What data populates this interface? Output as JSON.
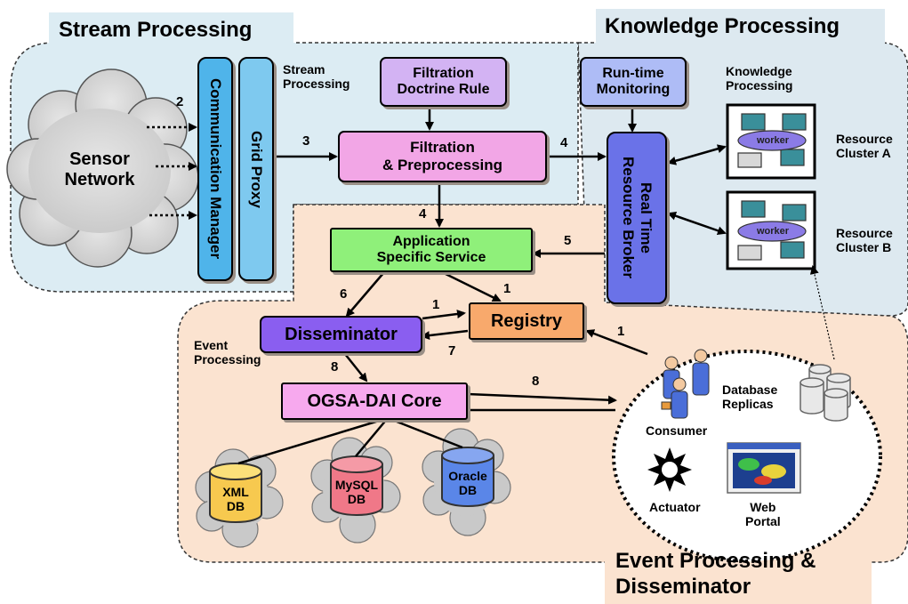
{
  "regions": {
    "stream": "Stream Processing",
    "knowledge": "Knowledge Processing",
    "event_line1": "Event Processing &",
    "event_line2": "Disseminator"
  },
  "labels": {
    "stream_processing": [
      "Stream",
      "Processing"
    ],
    "knowledge_processing": [
      "Knowledge",
      "Processing"
    ],
    "event_processing": [
      "Event",
      "Processing"
    ]
  },
  "boxes": {
    "communication_manager": "Communication Manager",
    "grid_proxy": "Grid Proxy",
    "filtration_doctrine": [
      "Filtration",
      "Doctrine Rule"
    ],
    "filtration_preprocessing": [
      "Filtration",
      "& Preprocessing"
    ],
    "runtime_monitoring": [
      "Run-time",
      "Monitoring"
    ],
    "resource_broker": [
      "Real Time",
      "Resource Broker"
    ],
    "app_service": [
      "Application",
      "Specific Service"
    ],
    "registry": "Registry",
    "disseminator": "Disseminator",
    "ogsa_core": "OGSA-DAI Core"
  },
  "sensor_network": [
    "Sensor",
    "Network"
  ],
  "resources": {
    "worker": "worker",
    "cluster_a": [
      "Resource",
      "Cluster A"
    ],
    "cluster_b": [
      "Resource",
      "Cluster B"
    ]
  },
  "databases": {
    "xml": [
      "XML",
      "DB"
    ],
    "mysql": [
      "MySQL",
      "DB"
    ],
    "oracle": [
      "Oracle",
      "DB"
    ]
  },
  "outputs": {
    "consumer": "Consumer",
    "database_replicas": [
      "Database",
      "Replicas"
    ],
    "actuator": "Actuator",
    "web_portal": [
      "Web",
      "Portal"
    ]
  },
  "edge_numbers": [
    "2",
    "3",
    "4",
    "4",
    "5",
    "6",
    "1",
    "1",
    "7",
    "1",
    "8",
    "8"
  ],
  "colors": {
    "stream_bg": "#dcecf3",
    "event_bg": "#fbe3d0",
    "comm_manager": "#4fb4ea",
    "grid_proxy": "#7ec9ef",
    "filtration_doctrine": "#d3b3f3",
    "filtration_preprocessing": "#f2a6e6",
    "runtime_monitoring": "#aebcf6",
    "resource_broker": "#6a72e8",
    "app_service": "#8ff07a",
    "registry": "#f8a96c",
    "disseminator": "#8a5ef0",
    "ogsa_core": "#f7a9ee",
    "xml_db": "#f7c94f",
    "mysql_db": "#f07888",
    "oracle_db": "#5a86e8"
  }
}
